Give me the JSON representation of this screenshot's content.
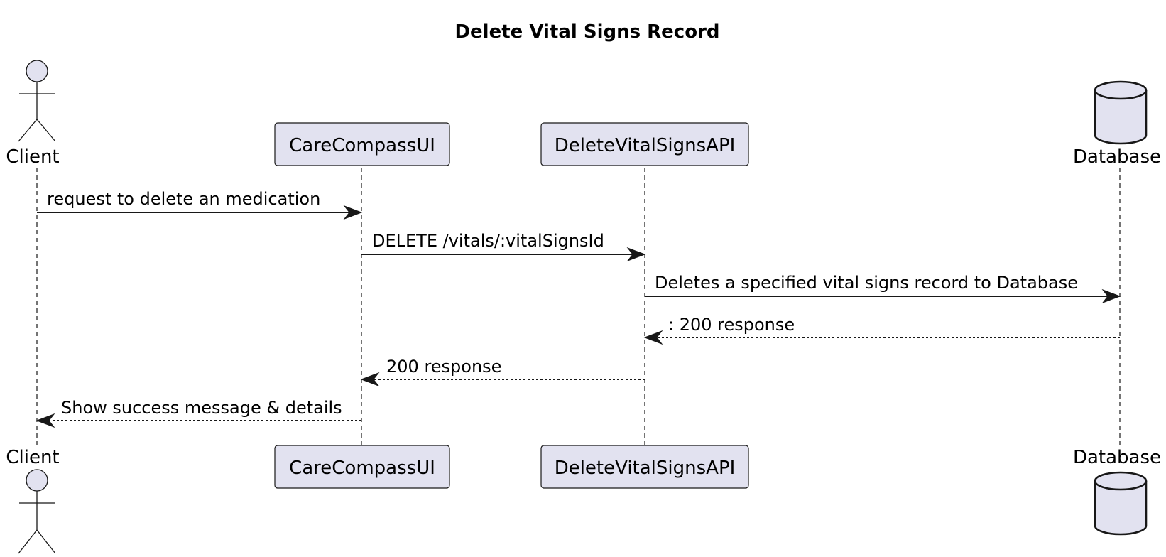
{
  "diagram": {
    "title": "Delete Vital Signs Record"
  },
  "participants": [
    {
      "id": "client",
      "label": "Client",
      "kind": "actor"
    },
    {
      "id": "ui",
      "label": "CareCompassUI",
      "kind": "participant"
    },
    {
      "id": "api",
      "label": "DeleteVitalSignsAPI",
      "kind": "participant"
    },
    {
      "id": "db",
      "label": "Database",
      "kind": "database"
    }
  ],
  "messages": [
    {
      "from": "client",
      "to": "ui",
      "label": "request to delete an medication",
      "style": "solid"
    },
    {
      "from": "ui",
      "to": "api",
      "label": "DELETE /vitals/:vitalSignsId",
      "style": "solid"
    },
    {
      "from": "api",
      "to": "db",
      "label": "Deletes a specified vital signs record to Database",
      "style": "solid"
    },
    {
      "from": "db",
      "to": "api",
      "label": ": 200 response",
      "style": "dashed"
    },
    {
      "from": "api",
      "to": "ui",
      "label": "200 response",
      "style": "dashed"
    },
    {
      "from": "ui",
      "to": "client",
      "label": "Show success message & details",
      "style": "dashed"
    }
  ]
}
